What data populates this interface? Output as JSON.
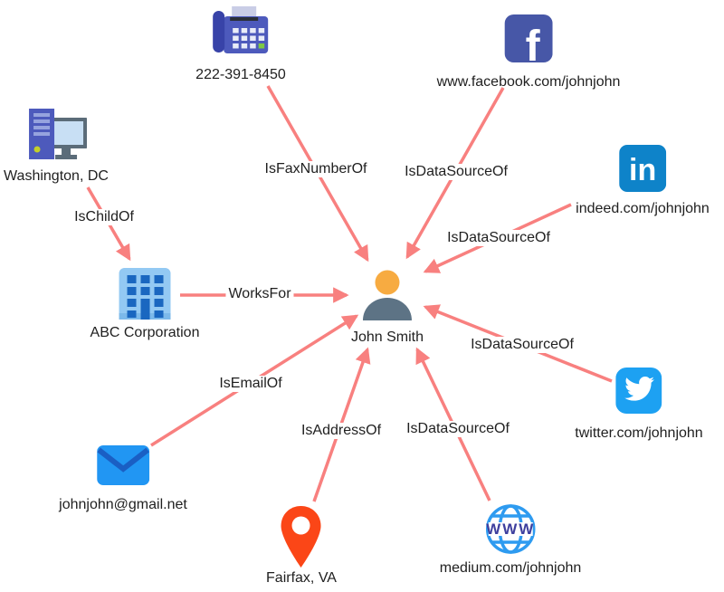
{
  "nodes": {
    "fax": {
      "label": "222-391-8450",
      "icon": "fax-icon"
    },
    "facebook": {
      "label": "www.facebook.com/johnjohn",
      "icon": "facebook-icon"
    },
    "washington": {
      "label": "Washington, DC",
      "icon": "computer-icon"
    },
    "linkedin": {
      "label": "indeed.com/johnjohn",
      "icon": "linkedin-icon"
    },
    "abc": {
      "label": "ABC Corporation",
      "icon": "building-icon"
    },
    "john": {
      "label": "John Smith",
      "icon": "person-icon"
    },
    "twitter": {
      "label": "twitter.com/johnjohn",
      "icon": "twitter-bird-icon"
    },
    "email": {
      "label": "johnjohn@gmail.net",
      "icon": "envelope-icon"
    },
    "fairfax": {
      "label": "Fairfax, VA",
      "icon": "location-pin-icon"
    },
    "medium": {
      "label": "medium.com/johnjohn",
      "icon": "globe-www-icon"
    }
  },
  "edges": {
    "washington_abc": {
      "label": "IsChildOf",
      "from": "washington",
      "to": "abc"
    },
    "fax_john": {
      "label": "IsFaxNumberOf",
      "from": "fax",
      "to": "john"
    },
    "facebook_john": {
      "label": "IsDataSourceOf",
      "from": "facebook",
      "to": "john"
    },
    "linkedin_john": {
      "label": "IsDataSourceOf",
      "from": "linkedin",
      "to": "john"
    },
    "abc_john": {
      "label": "WorksFor",
      "from": "abc",
      "to": "john"
    },
    "twitter_john": {
      "label": "IsDataSourceOf",
      "from": "twitter",
      "to": "john"
    },
    "email_john": {
      "label": "IsEmailOf",
      "from": "email",
      "to": "john"
    },
    "fairfax_john": {
      "label": "IsAddressOf",
      "from": "fairfax",
      "to": "john"
    },
    "medium_john": {
      "label": "IsDataSourceOf",
      "from": "medium",
      "to": "john"
    }
  },
  "icon_glyphs": {
    "facebook": "f",
    "linkedin": "in",
    "www": "WWW"
  },
  "colors": {
    "arrow": "#f8807f",
    "text": "#1f1f1f",
    "facebook_blue": "#4757a7",
    "linkedin_blue": "#0e83c9",
    "twitter_blue": "#1da1f2",
    "envelope_blue": "#2196f3",
    "envelope_flap": "#1a5fc4",
    "pin_red": "#fb4617",
    "globe_blue": "#2e9bf0",
    "globe_text": "#3e3f9e",
    "building_light": "#93c9f3",
    "building_window": "#1a67c0",
    "person_head": "#f7ab41",
    "person_body": "#5d7385",
    "indigo_device": "#4d5abc",
    "handset_indigo": "#3843a8",
    "green_key": "#7dc944",
    "monitor_gray": "#5b6c79",
    "screen_blue": "#c8dff4"
  }
}
